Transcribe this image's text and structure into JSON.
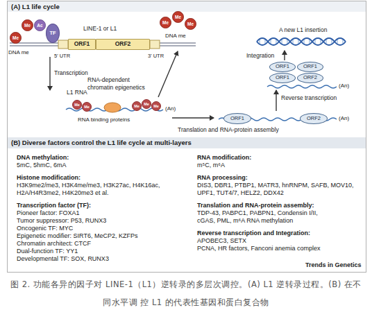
{
  "diagram": {
    "caption": "图 2. 功能各异的因子对 LINE-1（L1）逆转录的多层次调控。(A) L1 逆转录过程。(B) 在不同水平调 控 L1 的代表性基因和蛋白复合物",
    "nodes": [
      {
        "text": [
          "(A) L1 life cycle"
        ]
      },
      {
        "text": [
          "ORF1"
        ],
        "in": 0
      },
      {
        "text": [
          "ORF2"
        ],
        "in": 0
      },
      {
        "text": [
          "TF"
        ],
        "in": 0
      },
      {
        "text": [
          "Me"
        ],
        "in": 0
      },
      {
        "text": [
          "Me"
        ],
        "in": 0
      },
      {
        "text": [
          "Ac"
        ],
        "in": 0
      },
      {
        "text": [
          "Me"
        ],
        "in": 0
      },
      {
        "text": [
          "Me"
        ],
        "in": 0
      },
      {
        "text": [
          "Me"
        ],
        "in": 0
      },
      {
        "text": [
          "Me"
        ],
        "in": 0
      },
      {
        "text": [
          "Me"
        ],
        "in": 0
      },
      {
        "text": [
          "Me"
        ],
        "in": 0
      },
      {
        "text": [
          "Me"
        ],
        "in": 0
      },
      {
        "text": [
          "Me"
        ],
        "in": 0
      },
      {
        "text": [
          "ORF1"
        ],
        "in": 0
      },
      {
        "text": [
          "ORF1"
        ],
        "in": 0
      },
      {
        "text": [
          "ORF1"
        ],
        "in": 0
      },
      {
        "text": [
          "ORF2"
        ],
        "in": 0
      },
      {
        "text": [
          "ORF1"
        ],
        "in": 0
      },
      {
        "text": [
          "ORF2"
        ],
        "in": 0
      },
      {
        "text": [
          "(B) Diverse factors control the L1 life cycle at multi-layers",
          "DNA methylation:",
          "5mC, 5hmC, 6mA",
          "Histone modification:",
          "H3K9me2/me3, H3K4me/me3, H3K27ac, H4K16ac, H2A/H4R3me2, H4K20me3 et al.",
          "Transcription factor (TF):",
          "Pioneer factor: FOXA1",
          "Tumor suppressor: P53, RUNX3",
          "Oncogenic TF: MYC",
          "Epigenetic modifier: SIRT6, MeCP2, KZFPs",
          "Chromatin architect: CTCF",
          "Dual-function TF: YY1",
          "Developmental TF: SOX, RUNX3",
          "RNA modification:",
          "m⁵C, m⁶A",
          "RNA processing:",
          "DIS3, DBR1, PTBP1, MATR3, hnRNPM, SAFB, MOV10, UPF1, TUT4/7, HELZ2, DDX42",
          "Translation and RNA-protein assembly:",
          "TDP-43, PABPC1, PABPN1, Condensin I/II, cGAS, PML, m⁶A RNA methylation",
          "Reverse transcription and Integration:",
          "APOBEC3, SETX",
          "PCNA, HR factors, Fanconi anemia complex"
        ]
      }
    ],
    "labels": [
      "LINE-1 or L1",
      "DNA me",
      "5' UTR",
      "3' UTR",
      "DNA me",
      "Transcription",
      "L1 RNA",
      "RNA binding proteins",
      "(An)",
      "RNA-dependent chromatin epigenetics",
      "Translation and RNA-protein assembly",
      "(An)",
      "Reverse transcription",
      "(An)",
      "Integration",
      "A new L1 insertion",
      "Trends in Genetics"
    ]
  }
}
